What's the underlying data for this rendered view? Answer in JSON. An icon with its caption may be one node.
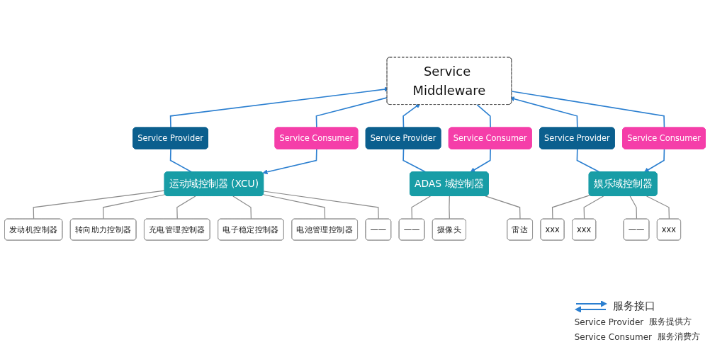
{
  "diagram": {
    "nodes": [
      {
        "text": [
          "Service Middleware"
        ]
      },
      {
        "text": [
          "Service Provider"
        ]
      },
      {
        "text": [
          "Service Consumer"
        ]
      },
      {
        "text": [
          "运动域控制器 (XCU)"
        ]
      },
      {
        "text": [
          "Service Provider"
        ]
      },
      {
        "text": [
          "Service Consumer"
        ]
      },
      {
        "text": [
          "ADAS 域控制器"
        ]
      },
      {
        "text": [
          "Service Provider"
        ]
      },
      {
        "text": [
          "Service Consumer"
        ]
      },
      {
        "text": [
          "娱乐域控制器"
        ]
      },
      {
        "text": [
          "发动机控制器"
        ]
      },
      {
        "text": [
          "转向助力控制器"
        ]
      },
      {
        "text": [
          "充电管理控制器"
        ]
      },
      {
        "text": [
          "电子稳定控制器"
        ]
      },
      {
        "text": [
          "电池管理控制器"
        ]
      },
      {
        "text": [
          "——"
        ]
      },
      {
        "text": [
          "——"
        ]
      },
      {
        "text": [
          "摄像头"
        ]
      },
      {
        "text": [
          "雷达"
        ]
      },
      {
        "text": [
          "xxx"
        ]
      },
      {
        "text": [
          "xxx"
        ]
      },
      {
        "text": [
          "——"
        ]
      },
      {
        "text": [
          "xxx"
        ]
      }
    ],
    "edges": [
      {
        "from": 1,
        "to": 0,
        "arrow": "to",
        "color": "#2b7fd0"
      },
      {
        "from": 0,
        "to": 2,
        "arrow": "none",
        "color": "#2b7fd0"
      },
      {
        "from": 3,
        "to": 1,
        "arrow": "none",
        "color": "#2b7fd0"
      },
      {
        "from": 2,
        "to": 3,
        "arrow": "to",
        "color": "#2b7fd0"
      },
      {
        "from": 4,
        "to": 0,
        "arrow": "to",
        "color": "#2b7fd0"
      },
      {
        "from": 0,
        "to": 5,
        "arrow": "none",
        "color": "#2b7fd0"
      },
      {
        "from": 6,
        "to": 4,
        "arrow": "none",
        "color": "#2b7fd0"
      },
      {
        "from": 5,
        "to": 6,
        "arrow": "to",
        "color": "#2b7fd0"
      },
      {
        "from": 7,
        "to": 0,
        "arrow": "to",
        "color": "#2b7fd0"
      },
      {
        "from": 0,
        "to": 8,
        "arrow": "none",
        "color": "#2b7fd0"
      },
      {
        "from": 9,
        "to": 7,
        "arrow": "none",
        "color": "#2b7fd0"
      },
      {
        "from": 8,
        "to": 9,
        "arrow": "to",
        "color": "#2b7fd0"
      },
      {
        "from": 3,
        "to": 10,
        "arrow": "none"
      },
      {
        "from": 3,
        "to": 11,
        "arrow": "none"
      },
      {
        "from": 3,
        "to": 12,
        "arrow": "none"
      },
      {
        "from": 3,
        "to": 13,
        "arrow": "none"
      },
      {
        "from": 3,
        "to": 14,
        "arrow": "none"
      },
      {
        "from": 3,
        "to": 15,
        "arrow": "none"
      },
      {
        "from": 6,
        "to": 16,
        "arrow": "none"
      },
      {
        "from": 6,
        "to": 17,
        "arrow": "none"
      },
      {
        "from": 6,
        "to": 18,
        "arrow": "none"
      },
      {
        "from": 9,
        "to": 19,
        "arrow": "none"
      },
      {
        "from": 9,
        "to": 20,
        "arrow": "none"
      },
      {
        "from": 9,
        "to": 21,
        "arrow": "none"
      },
      {
        "from": 9,
        "to": 22,
        "arrow": "none"
      }
    ],
    "labels": [
      "Service Provider",
      "服务提供方",
      "Service Consumer",
      "服务消费方"
    ],
    "legend": [
      {
        "text": "服务接口"
      }
    ]
  }
}
